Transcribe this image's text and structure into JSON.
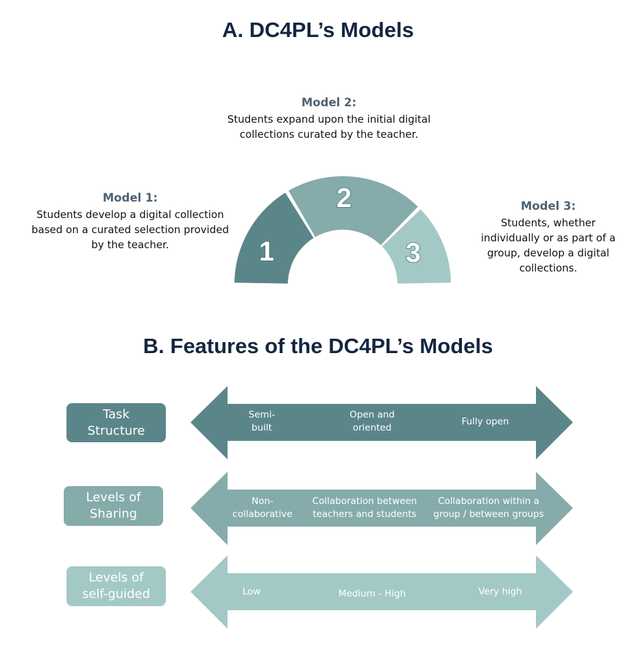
{
  "section_a": {
    "title": "A. DC4PL’s Models",
    "models": [
      {
        "heading": "Model 1:",
        "number": "1",
        "description": "Students develop a digital collection based on a curated selection provided by the teacher.",
        "lines": [
          "Students develop a digital collection",
          "based on a curated selection provided",
          "by the teacher."
        ],
        "color": "#5b8689"
      },
      {
        "heading": "Model 2:",
        "number": "2",
        "description": "Students expand upon the initial digital collections curated by the teacher.",
        "lines": [
          "Students expand upon the initial digital",
          "collections curated by the teacher."
        ],
        "color": "#85abab"
      },
      {
        "heading": "Model 3:",
        "number": "3",
        "description": "Students, whether individually or as part of a group, develop a digital collections.",
        "lines": [
          "Students, whether",
          "individually or as part of a",
          "group, develop a digital",
          "collections."
        ],
        "color": "#a3c9c6"
      }
    ]
  },
  "section_b": {
    "title": "B. Features of the DC4PL’s  Models",
    "features": [
      {
        "label": "Task Structure",
        "label_lines": [
          "Task",
          "Structure"
        ],
        "color": "#5b8689",
        "scale": [
          [
            "Semi-",
            "built"
          ],
          [
            "Open and",
            "oriented"
          ],
          [
            "Fully open"
          ]
        ]
      },
      {
        "label": "Levels of Sharing",
        "label_lines": [
          "Levels of",
          "Sharing"
        ],
        "color": "#85abab",
        "scale": [
          [
            "Non-",
            "collaborative"
          ],
          [
            "Collaboration between",
            "teachers and students"
          ],
          [
            "Collaboration within a",
            "group / between groups"
          ]
        ]
      },
      {
        "label": "Levels of self-guided",
        "label_lines": [
          "Levels of",
          "self-guided"
        ],
        "color": "#a3c9c6",
        "scale": [
          [
            "Low"
          ],
          [
            "Medium - High"
          ],
          [
            "Very high"
          ]
        ]
      }
    ]
  }
}
